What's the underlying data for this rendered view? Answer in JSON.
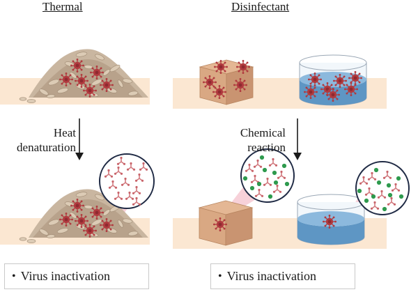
{
  "headings": {
    "thermal": "Thermal",
    "disinfectant": "Disinfectant"
  },
  "steps": {
    "thermal": [
      "Heat",
      "denaturation"
    ],
    "disinfectant": [
      "Chemical",
      "reaction"
    ]
  },
  "results": {
    "thermal": "Virus inactivation",
    "disinfectant": "Virus inactivation"
  },
  "icons": [
    "compost-pile-icon",
    "cardboard-box-icon",
    "petri-dish-icon",
    "virus-icon",
    "magnifier-circle-icon",
    "down-arrow-icon",
    "disinfectant-molecule-icon"
  ],
  "colors": {
    "surface": "#fbe7d2",
    "pile": "#c9b6a0",
    "box": "#d9a883",
    "liquid": "#5e96c4",
    "virus": "#b13a3f",
    "virus_fragment": "#d27a7f",
    "molecule": "#2e9a4d",
    "zoom_beam": "#f4c1cc",
    "zoom_ring": "#1f2a44"
  }
}
